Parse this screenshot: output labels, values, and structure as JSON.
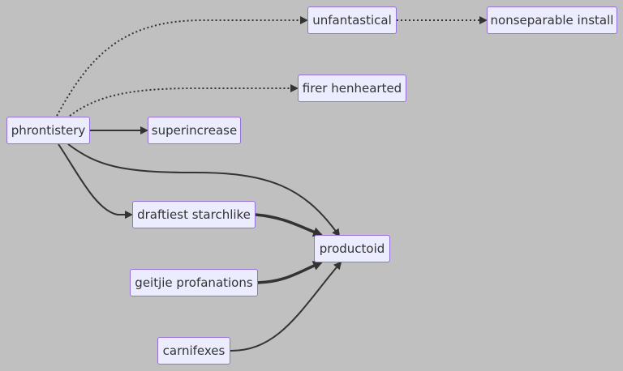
{
  "nodes": {
    "phrontistery": "phrontistery",
    "unfantastical": "unfantastical",
    "nonseparable_install": "nonseparable install",
    "firer_henhearted": "firer henhearted",
    "superincrease": "superincrease",
    "draftiest_starchlike": "draftiest starchlike",
    "productoid": "productoid",
    "geitjie_profanations": "geitjie profanations",
    "carnifexes": "carnifexes"
  },
  "edges": [
    {
      "from": "phrontistery",
      "to": "unfantastical",
      "style": "dotted"
    },
    {
      "from": "unfantastical",
      "to": "nonseparable install",
      "style": "dotted"
    },
    {
      "from": "phrontistery",
      "to": "firer henhearted",
      "style": "dotted"
    },
    {
      "from": "phrontistery",
      "to": "superincrease",
      "style": "solid"
    },
    {
      "from": "phrontistery",
      "to": "productoid",
      "style": "solid"
    },
    {
      "from": "phrontistery",
      "to": "draftiest starchlike",
      "style": "solid"
    },
    {
      "from": "draftiest starchlike",
      "to": "productoid",
      "style": "thick"
    },
    {
      "from": "geitjie profanations",
      "to": "productoid",
      "style": "thick"
    },
    {
      "from": "carnifexes",
      "to": "productoid",
      "style": "solid"
    }
  ],
  "colors": {
    "background": "#c0c0c0",
    "node_fill": "#ececff",
    "node_border": "#9370db",
    "edge": "#333333"
  }
}
